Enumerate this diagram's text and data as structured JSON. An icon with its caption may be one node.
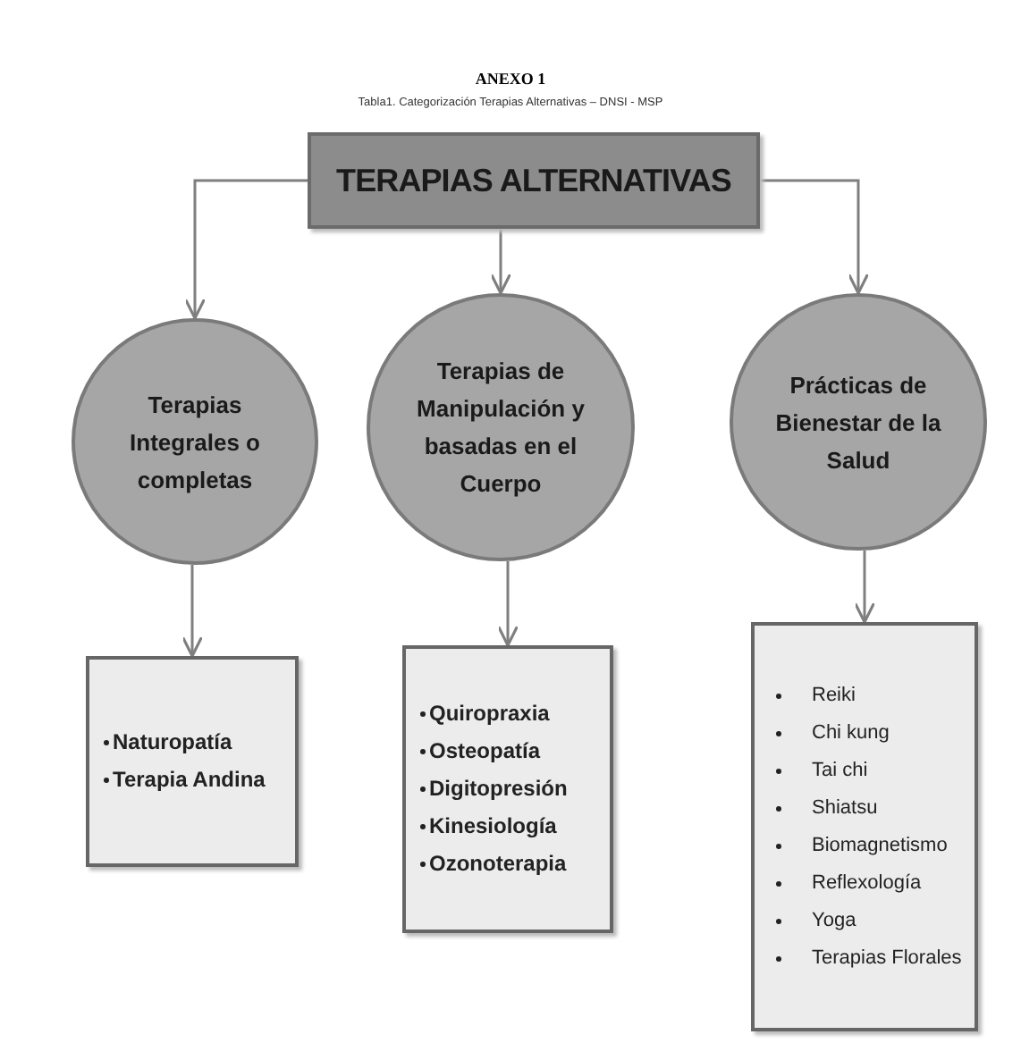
{
  "diagram": {
    "title": "ANEXO 1",
    "caption": "Tabla1. Categorización Terapias Alternativas – DNSI - MSP",
    "nodes": [
      {
        "text": [
          "TERAPIAS ALTERNATIVAS"
        ]
      },
      {
        "text": [
          "Terapias Integrales o completas"
        ]
      },
      {
        "text": [
          "Terapias de Manipulación y basadas en el Cuerpo"
        ]
      },
      {
        "text": [
          "Prácticas de Bienestar de la Salud"
        ]
      },
      {
        "text": [
          "Naturopatía",
          "Terapia Andina"
        ]
      },
      {
        "text": [
          "Quiropraxia",
          "Osteopatía",
          "Digitopresión",
          "Kinesiología",
          "Ozonoterapia"
        ]
      },
      {
        "text": [
          "Reiki",
          "Chi kung",
          "Tai chi",
          "Shiatsu",
          "Biomagnetismo",
          "Reflexología",
          "Yoga",
          "Terapias Florales"
        ]
      }
    ],
    "edges": [
      {
        "from": 0,
        "to": 1,
        "arrow": "to"
      },
      {
        "from": 0,
        "to": 2,
        "arrow": "to"
      },
      {
        "from": 0,
        "to": 3,
        "arrow": "to"
      },
      {
        "from": 1,
        "to": 4,
        "arrow": "to"
      },
      {
        "from": 2,
        "to": 5,
        "arrow": "to"
      },
      {
        "from": 3,
        "to": 6,
        "arrow": "to"
      }
    ]
  }
}
